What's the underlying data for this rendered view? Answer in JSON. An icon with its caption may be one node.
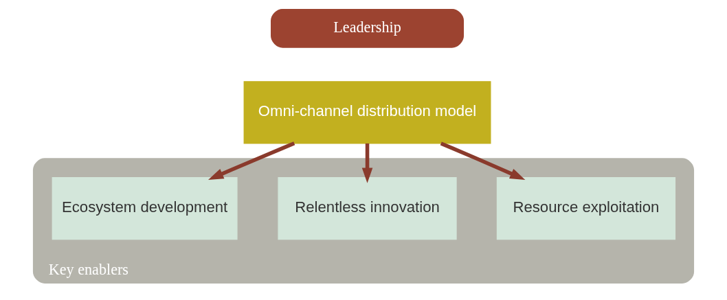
{
  "diagram": {
    "nodes": [
      {
        "text": [
          "Leadership"
        ]
      },
      {
        "text": [
          "Omni-channel distribution model"
        ]
      },
      {
        "text": [
          "Key enablers"
        ]
      },
      {
        "text": [
          "Resource exploitation"
        ],
        "in": 2
      },
      {
        "text": [
          "Relentless innovation"
        ],
        "in": 2
      },
      {
        "text": [
          "Ecosystem development"
        ],
        "in": 2
      }
    ],
    "edges": [
      {
        "from": 1,
        "to": 3,
        "arrow": "to"
      },
      {
        "from": 1,
        "to": 4,
        "arrow": "to"
      },
      {
        "from": 1,
        "to": 5,
        "arrow": "to"
      }
    ]
  }
}
